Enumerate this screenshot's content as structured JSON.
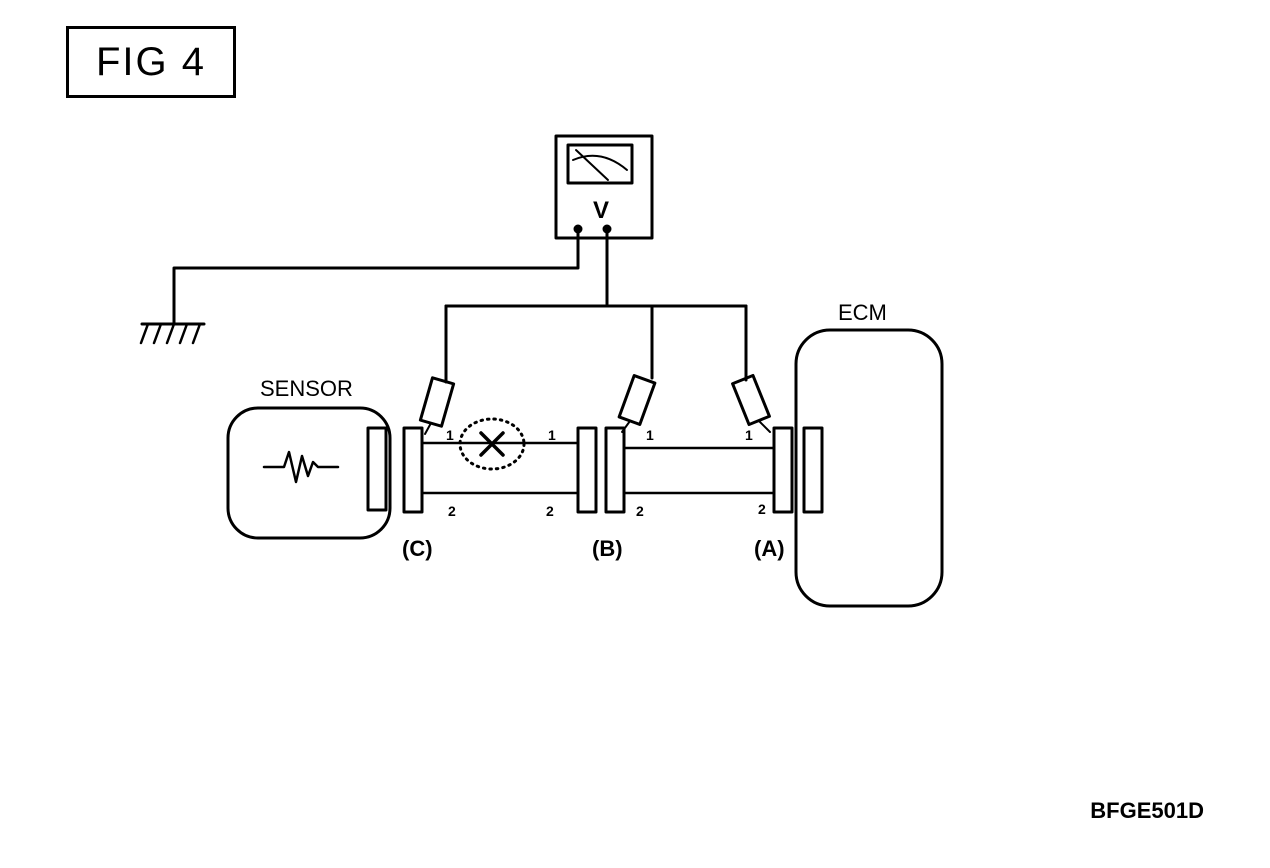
{
  "figure": {
    "label": "FIG 4",
    "code": "BFGE501D"
  },
  "meter": {
    "symbol": "V"
  },
  "components": {
    "sensor": "SENSOR",
    "ecm": "ECM"
  },
  "connectors": {
    "c": "(C)",
    "b": "(B)",
    "a": "(A)"
  },
  "pins": {
    "one": "1",
    "two": "2"
  },
  "icons": {
    "ground": "ground-icon",
    "open_circuit": "open-circuit-mark-icon",
    "waveform": "sensor-signal-icon",
    "needle_meter": "analog-meter-icon"
  },
  "colors": {
    "ink": "#000000",
    "paper": "#ffffff"
  }
}
